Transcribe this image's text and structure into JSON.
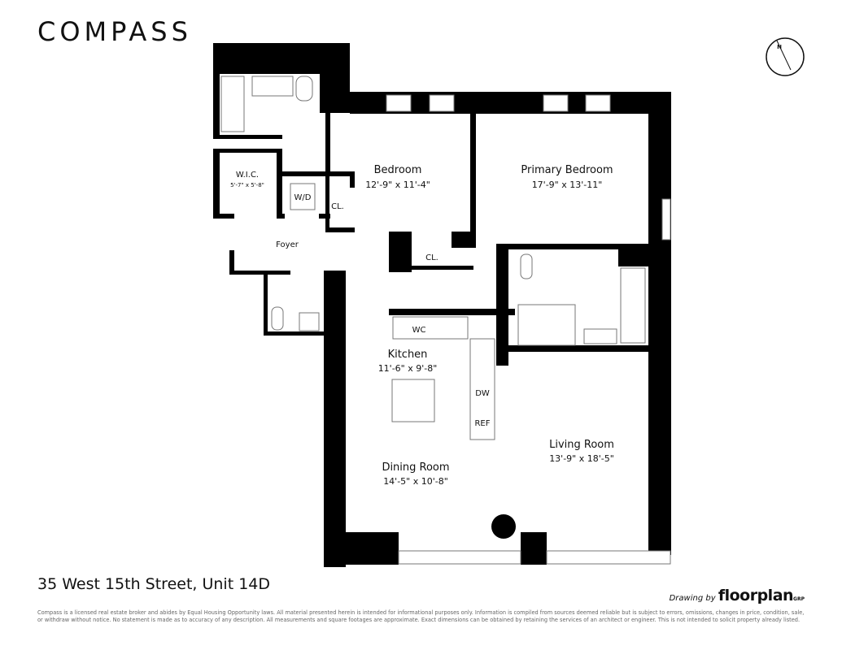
{
  "brand": "COMPASS",
  "address": "35 West 15th Street, Unit 14D",
  "credit": {
    "prefix": "Drawing by",
    "name": "floorplan",
    "suffix": "GRP"
  },
  "disclaimer": "Compass is a licensed real estate broker and abides by Equal Housing Opportunity laws. All material presented herein is intended for informational purposes only. Information is compiled from sources deemed reliable but is subject to errors, omissions, changes in price, condition, sale, or withdraw without notice. No statement is made as to accuracy of any description. All measurements and square footages are approximate. Exact dimensions can be obtained by retaining the services of an architect or engineer. This is not intended to solicit property already listed.",
  "compass_rose": {
    "north_label": "N"
  },
  "rooms": {
    "bedroom": {
      "name": "Bedroom",
      "dims": "12'-9\" x 11'-4\""
    },
    "primary_bedroom": {
      "name": "Primary Bedroom",
      "dims": "17'-9\" x 13'-11\""
    },
    "wic": {
      "name": "W.I.C.",
      "dims": "5'-7\" x 5'-8\""
    },
    "wd": {
      "name": "W/D"
    },
    "closet1": {
      "name": "CL."
    },
    "closet2": {
      "name": "CL."
    },
    "foyer": {
      "name": "Foyer"
    },
    "wc": {
      "name": "WC"
    },
    "kitchen": {
      "name": "Kitchen",
      "dims": "11'-6\" x 9'-8\""
    },
    "dw": {
      "name": "DW"
    },
    "ref": {
      "name": "REF"
    },
    "living": {
      "name": "Living Room",
      "dims": "13'-9\" x 18'-5\""
    },
    "dining": {
      "name": "Dining Room",
      "dims": "14'-5\" x 10'-8\""
    }
  }
}
